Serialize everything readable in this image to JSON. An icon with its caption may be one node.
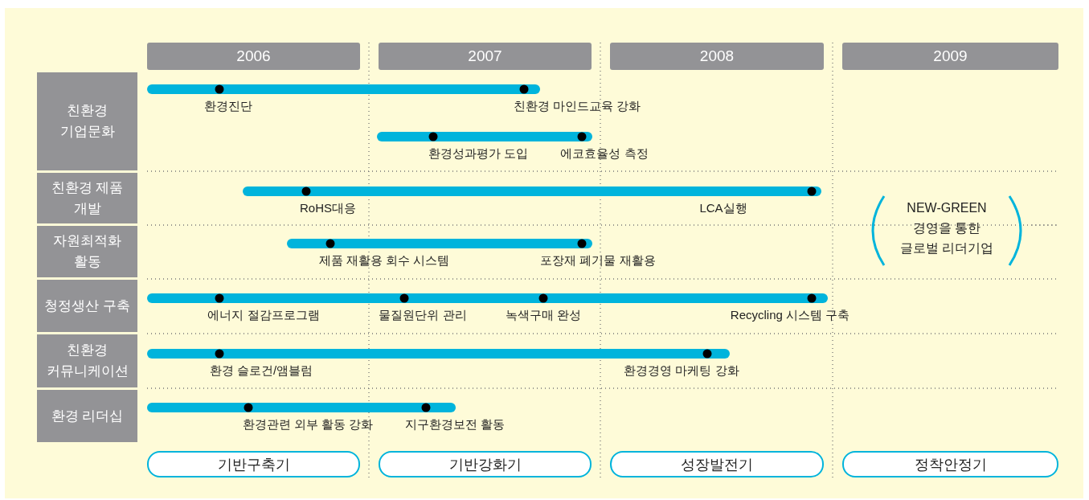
{
  "diagram": {
    "nodes": [
      {
        "text": [
          "2006"
        ]
      },
      {
        "text": [
          "2007"
        ]
      },
      {
        "text": [
          "2008"
        ]
      },
      {
        "text": [
          "2009"
        ]
      },
      {
        "text": [
          "친환경 기업문화"
        ]
      },
      {
        "text": [
          "친환경 제품 개발"
        ]
      },
      {
        "text": [
          "자원최적화 활동"
        ]
      },
      {
        "text": [
          "청정생산 구축"
        ]
      },
      {
        "text": [
          "친환경 커뮤니케이션"
        ]
      },
      {
        "text": [
          "환경 리더십"
        ]
      },
      {
        "text": [
          "기반구축기"
        ]
      },
      {
        "text": [
          "기반강화기"
        ]
      },
      {
        "text": [
          "성장발전기"
        ]
      },
      {
        "text": [
          "정착안정기"
        ]
      }
    ],
    "labels": [
      "환경진단",
      "친환경 마인드교육 강화",
      "환경성과평가 도입",
      "에코효율성 측정",
      "RoHS대응",
      "LCA실행",
      "제품 재활용 회수 시스템",
      "포장재 폐기물 재활용",
      "에너지 절감프로그램",
      "물질원단위 관리",
      "녹색구매 완성",
      "Recycling 시스템 구축",
      "환경 슬로건/앰블럼",
      "환경경영 마케팅 강화",
      "환경관련 외부 활동 강화",
      "지구환경보전 활동",
      "NEW-GREEN 경영을 통한 글로벌 리더기업"
    ]
  }
}
